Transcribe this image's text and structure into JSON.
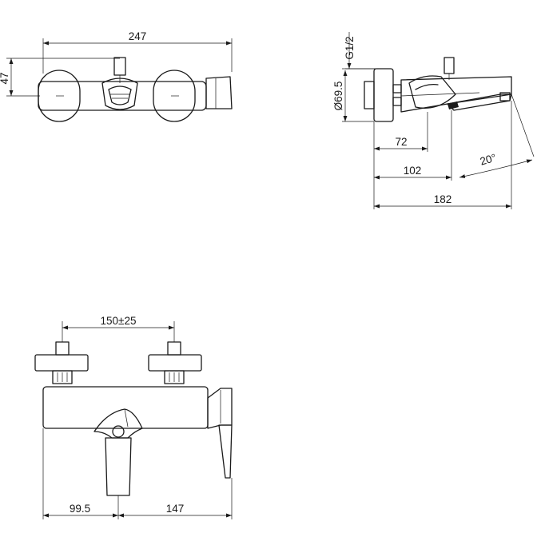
{
  "top_view": {
    "dim_width": "247",
    "dim_height": "47"
  },
  "side_view": {
    "dim_thread": "G1/2",
    "dim_diameter": "Ø69.5",
    "dim_72": "72",
    "dim_102": "102",
    "dim_182": "182",
    "dim_angle": "20°"
  },
  "front_view": {
    "dim_centers": "150±25",
    "dim_left": "99.5",
    "dim_right": "147"
  }
}
